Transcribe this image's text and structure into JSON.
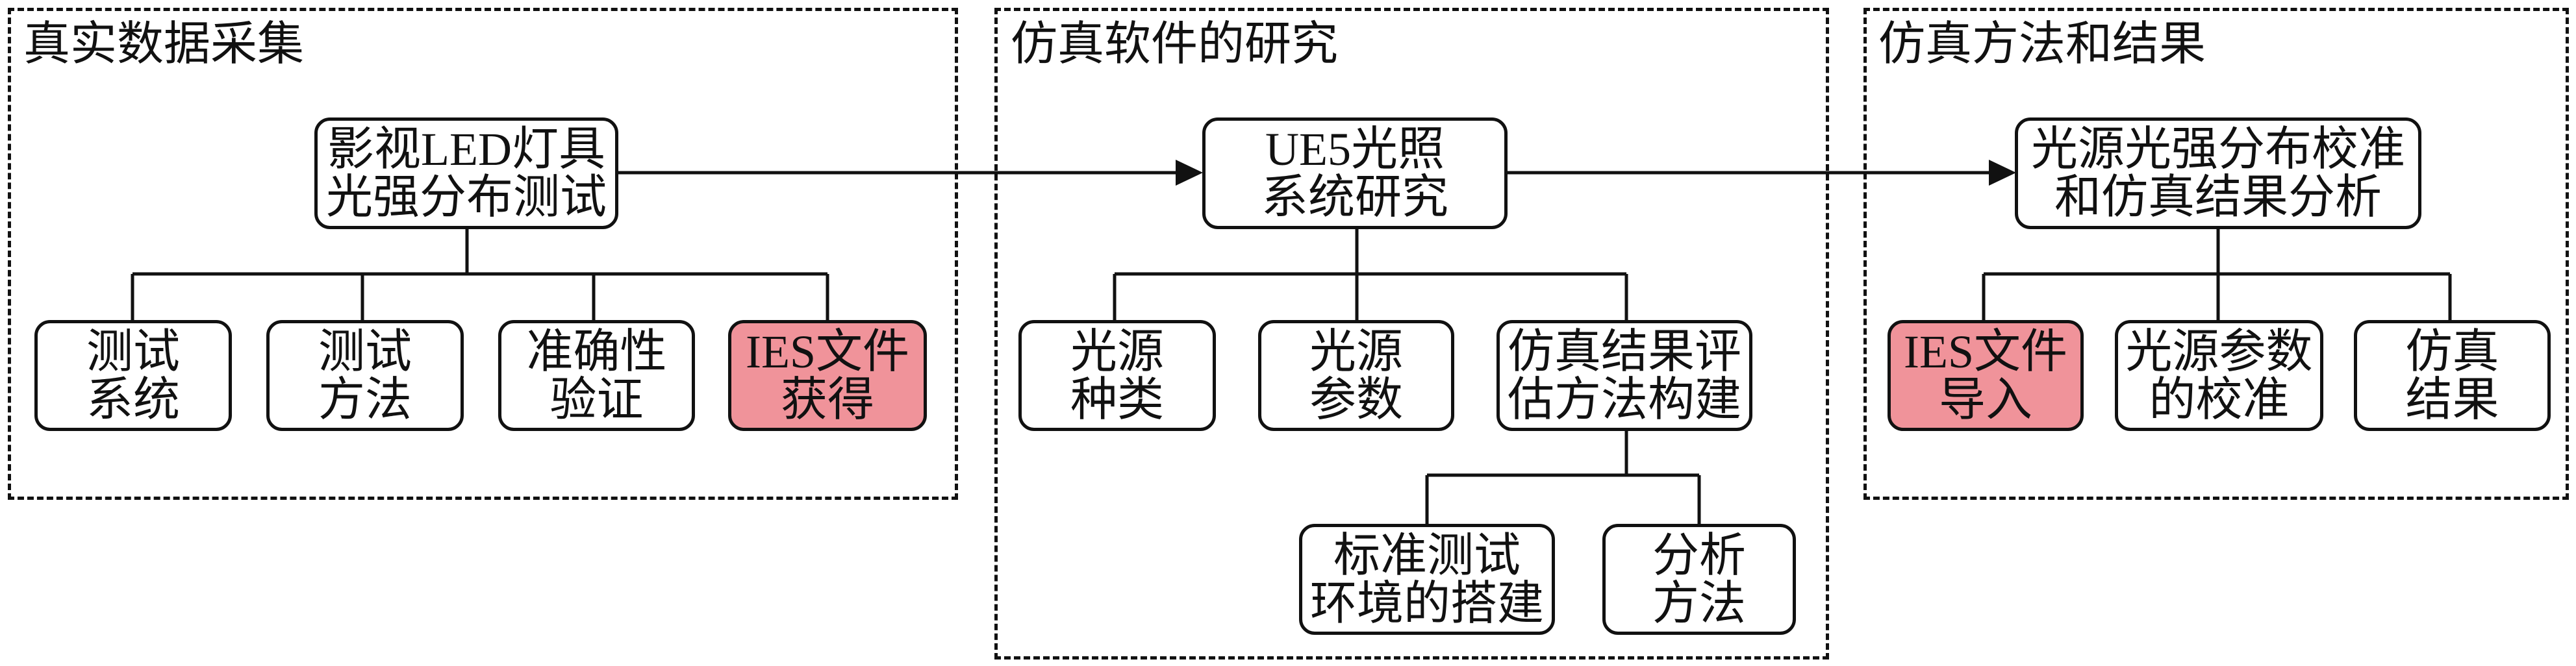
{
  "groups": [
    {
      "title": "真实数据采集"
    },
    {
      "title": "仿真软件的研究"
    },
    {
      "title": "仿真方法和结果"
    }
  ],
  "nodes": {
    "g1_main": "影视LED灯具\n光强分布测试",
    "g1_c1": "测试\n系统",
    "g1_c2": "测试\n方法",
    "g1_c3": "准确性\n验证",
    "g1_c4": "IES文件\n获得",
    "g2_main": "UE5光照\n系统研究",
    "g2_c1": "光源\n种类",
    "g2_c2": "光源\n参数",
    "g2_c3": "仿真结果评\n估方法构建",
    "g2_gc1": "标准测试\n环境的搭建",
    "g2_gc2": "分析\n方法",
    "g3_main": "光源光强分布校准\n和仿真结果分析",
    "g3_c1": "IES文件\n导入",
    "g3_c2": "光源参数\n的校准",
    "g3_c3": "仿真\n结果"
  },
  "highlighted_nodes": [
    "g1_c4",
    "g3_c1"
  ],
  "colors": {
    "highlight_fill": "#f0939a",
    "stroke": "#111111"
  },
  "flow": [
    {
      "from": "g1_main",
      "to": "g2_main",
      "type": "arrow"
    },
    {
      "from": "g2_main",
      "to": "g3_main",
      "type": "arrow"
    }
  ]
}
